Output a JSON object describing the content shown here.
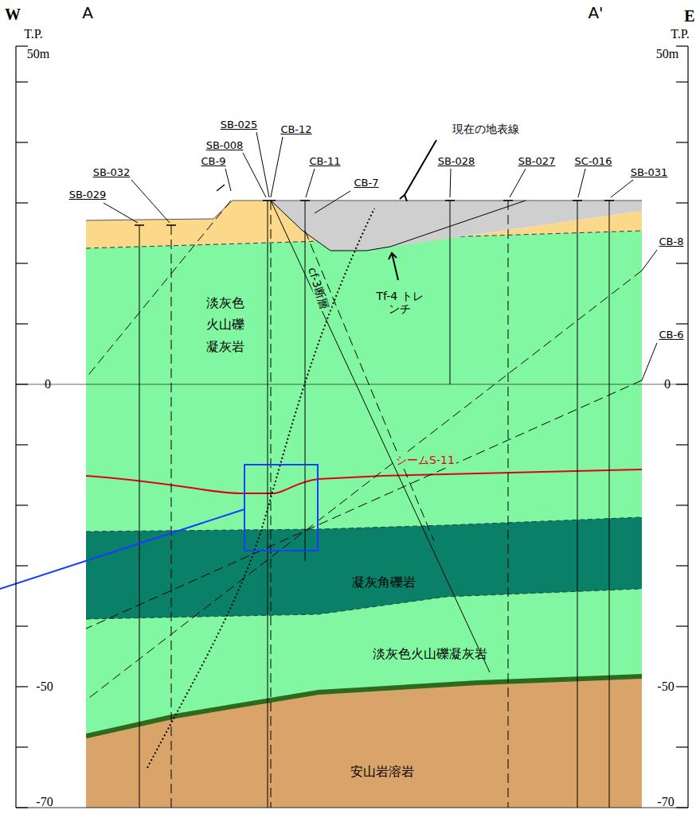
{
  "diagram": {
    "labels": [
      "W",
      "A",
      "A'",
      "E",
      "T.P.",
      "50m",
      "T.P.",
      "50m",
      "0",
      "-50",
      "-70",
      "0",
      "-50",
      "-70",
      "SB-025",
      "CB-12",
      "SB-008",
      "CB-9",
      "CB-11",
      "SB-032",
      "CB-7",
      "SB-029",
      "SB-028",
      "SB-027",
      "SC-016",
      "SB-031",
      "CB-8",
      "CB-6",
      "現在の地表線",
      "Tf-4 トレンチ",
      "淡灰色 火山礫 凝灰岩",
      "cf-3断層",
      "シームS-11",
      "凝灰角礫岩",
      "淡灰色火山礫凝灰岩",
      "安山岩溶岩"
    ]
  }
}
